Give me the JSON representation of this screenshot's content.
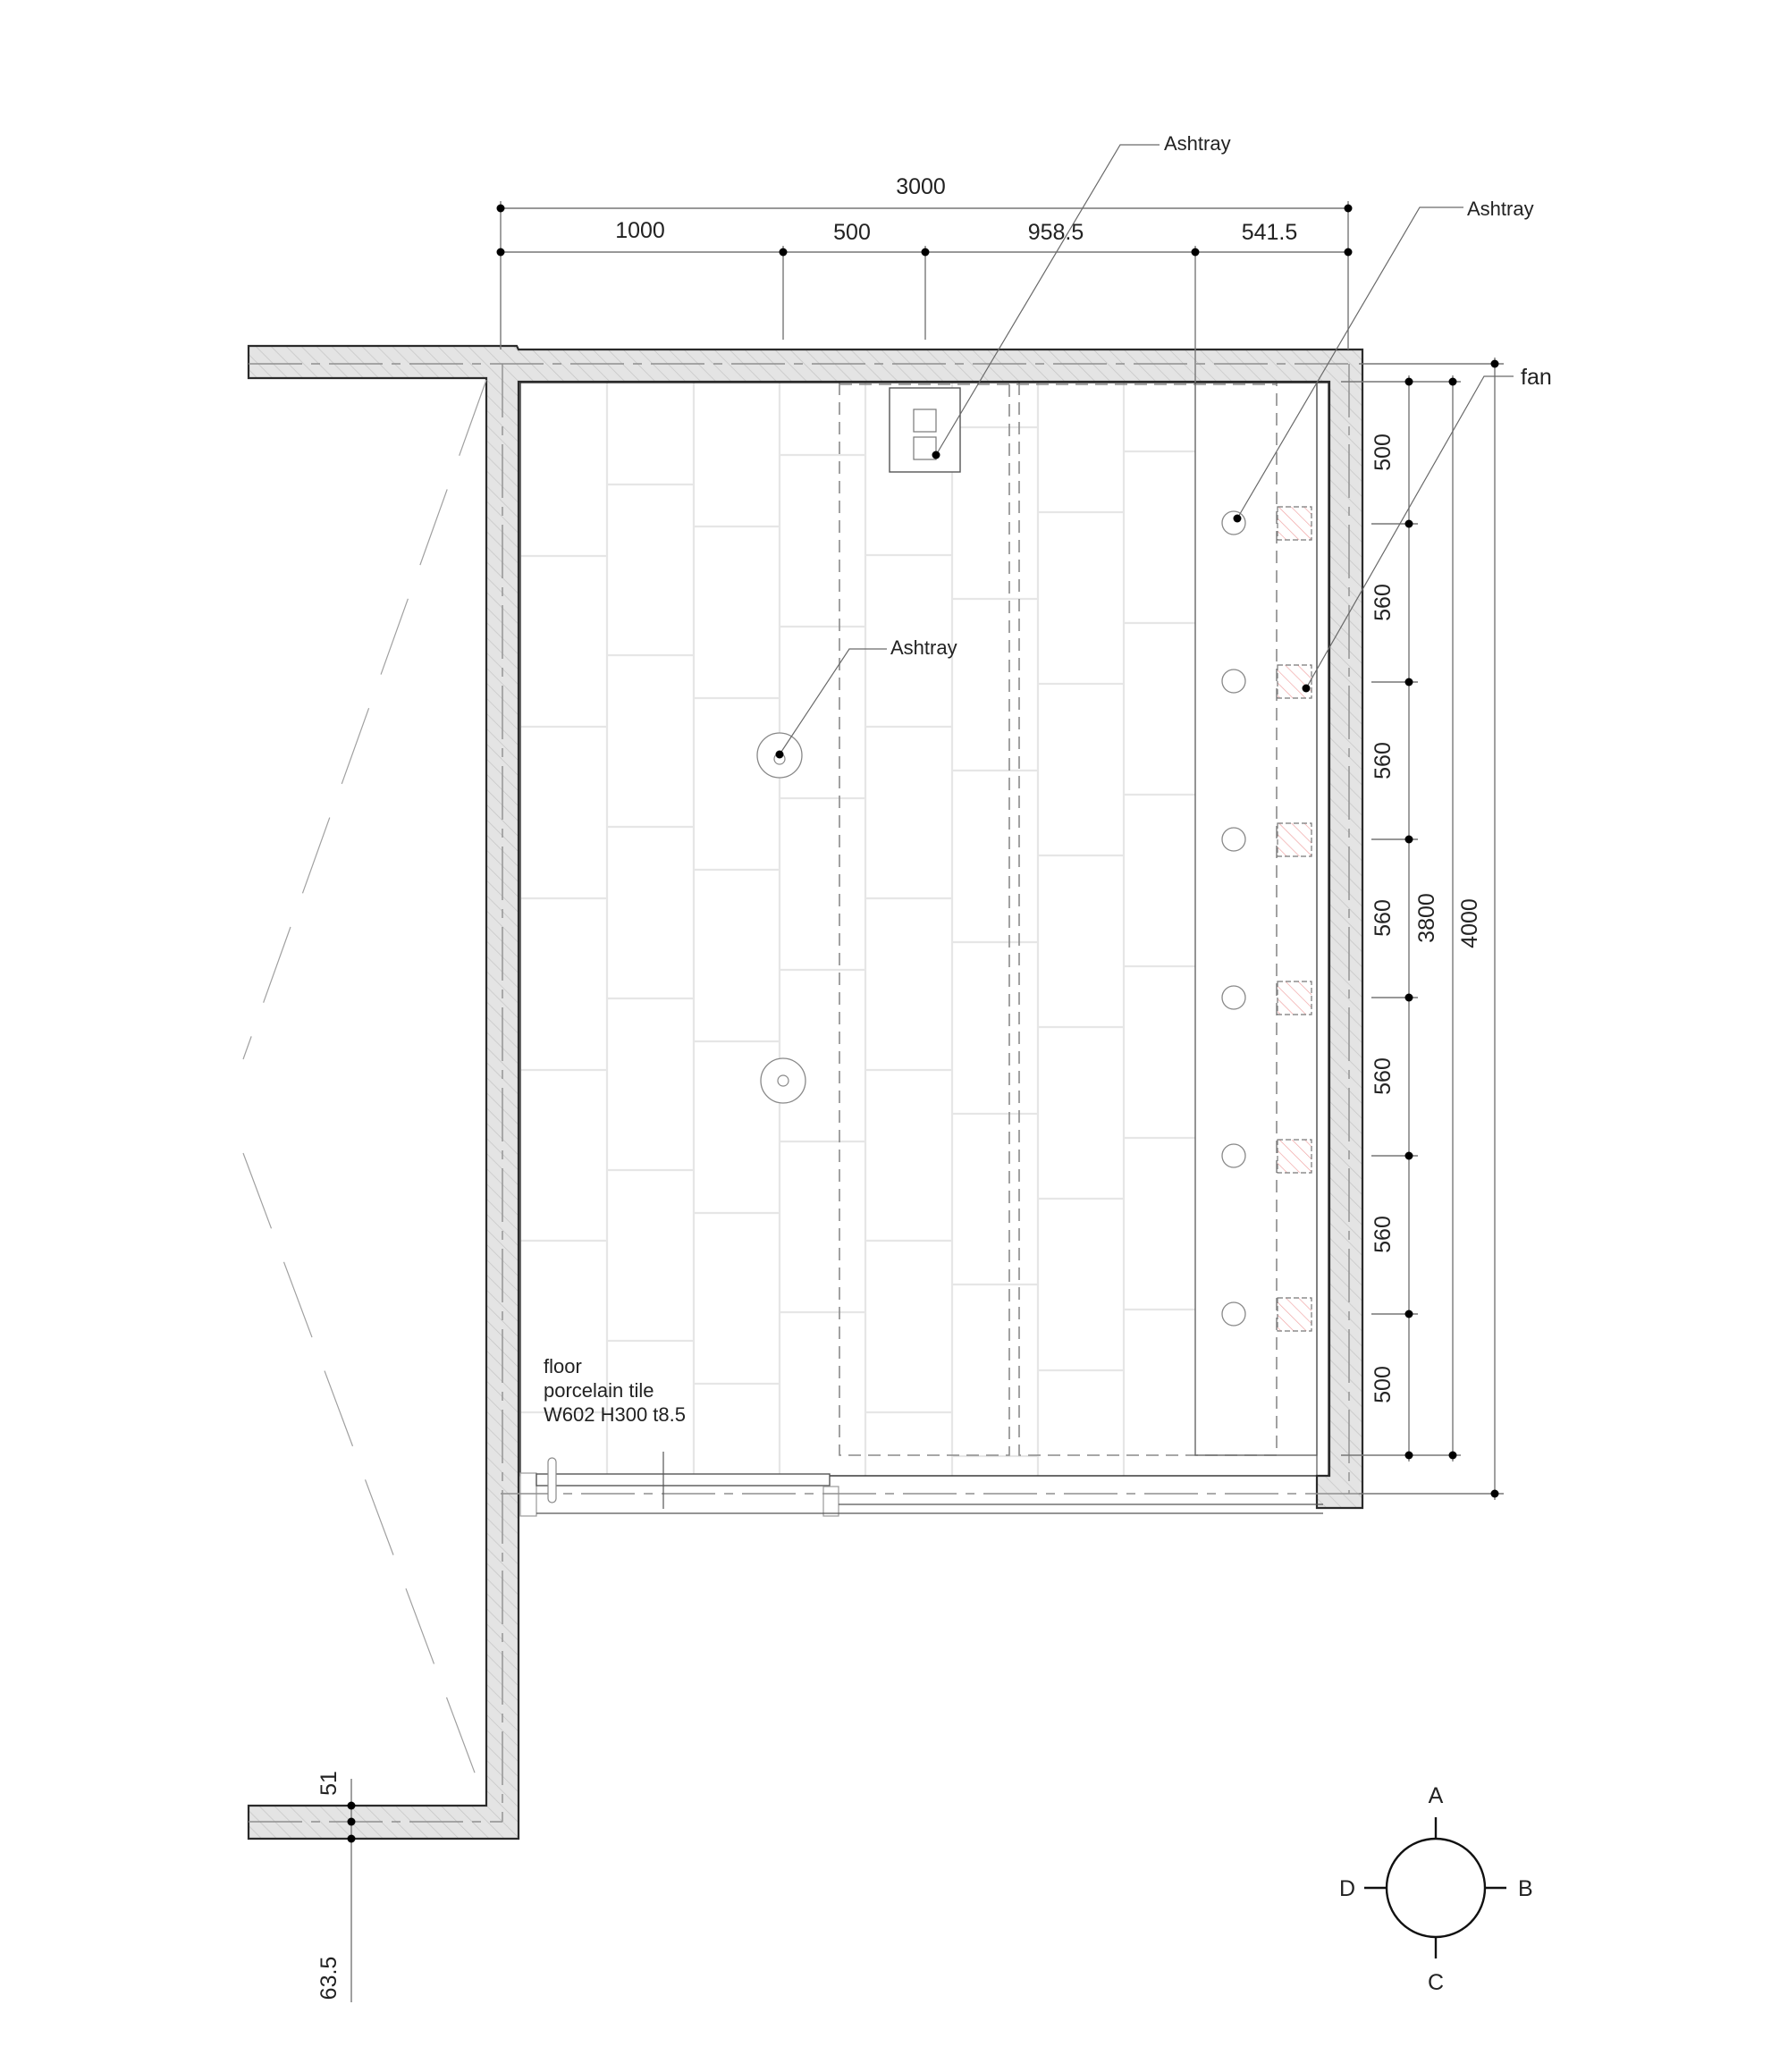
{
  "drawing": {
    "type": "floor plan",
    "unit": "mm"
  },
  "dimensions": {
    "top_overall": "3000",
    "top_segments": [
      "1000",
      "500",
      "958.5",
      "541.5"
    ],
    "right_segments": [
      "500",
      "560",
      "560",
      "560",
      "560",
      "560",
      "500"
    ],
    "right_inner_total": "3800",
    "right_outer_total": "4000",
    "left_wall_upper": "51",
    "left_wall_lower": "63.5"
  },
  "labels": {
    "ashtray_top": "Ashtray",
    "ashtray_right": "Ashtray",
    "ashtray_center": "Ashtray",
    "fan": "fan"
  },
  "floor_note": {
    "line1": "floor",
    "line2": "porcelain tile",
    "line3": "W602 H300 t8.5"
  },
  "compass": {
    "top": "A",
    "right": "B",
    "bottom": "C",
    "left": "D"
  },
  "colors": {
    "wall_fill": "#e4e4e4",
    "wall_outline": "#2a2a2a",
    "tile_joint": "#e6e6e6",
    "fan_hatch": "#f0a0a0",
    "dimension": "#777777"
  }
}
